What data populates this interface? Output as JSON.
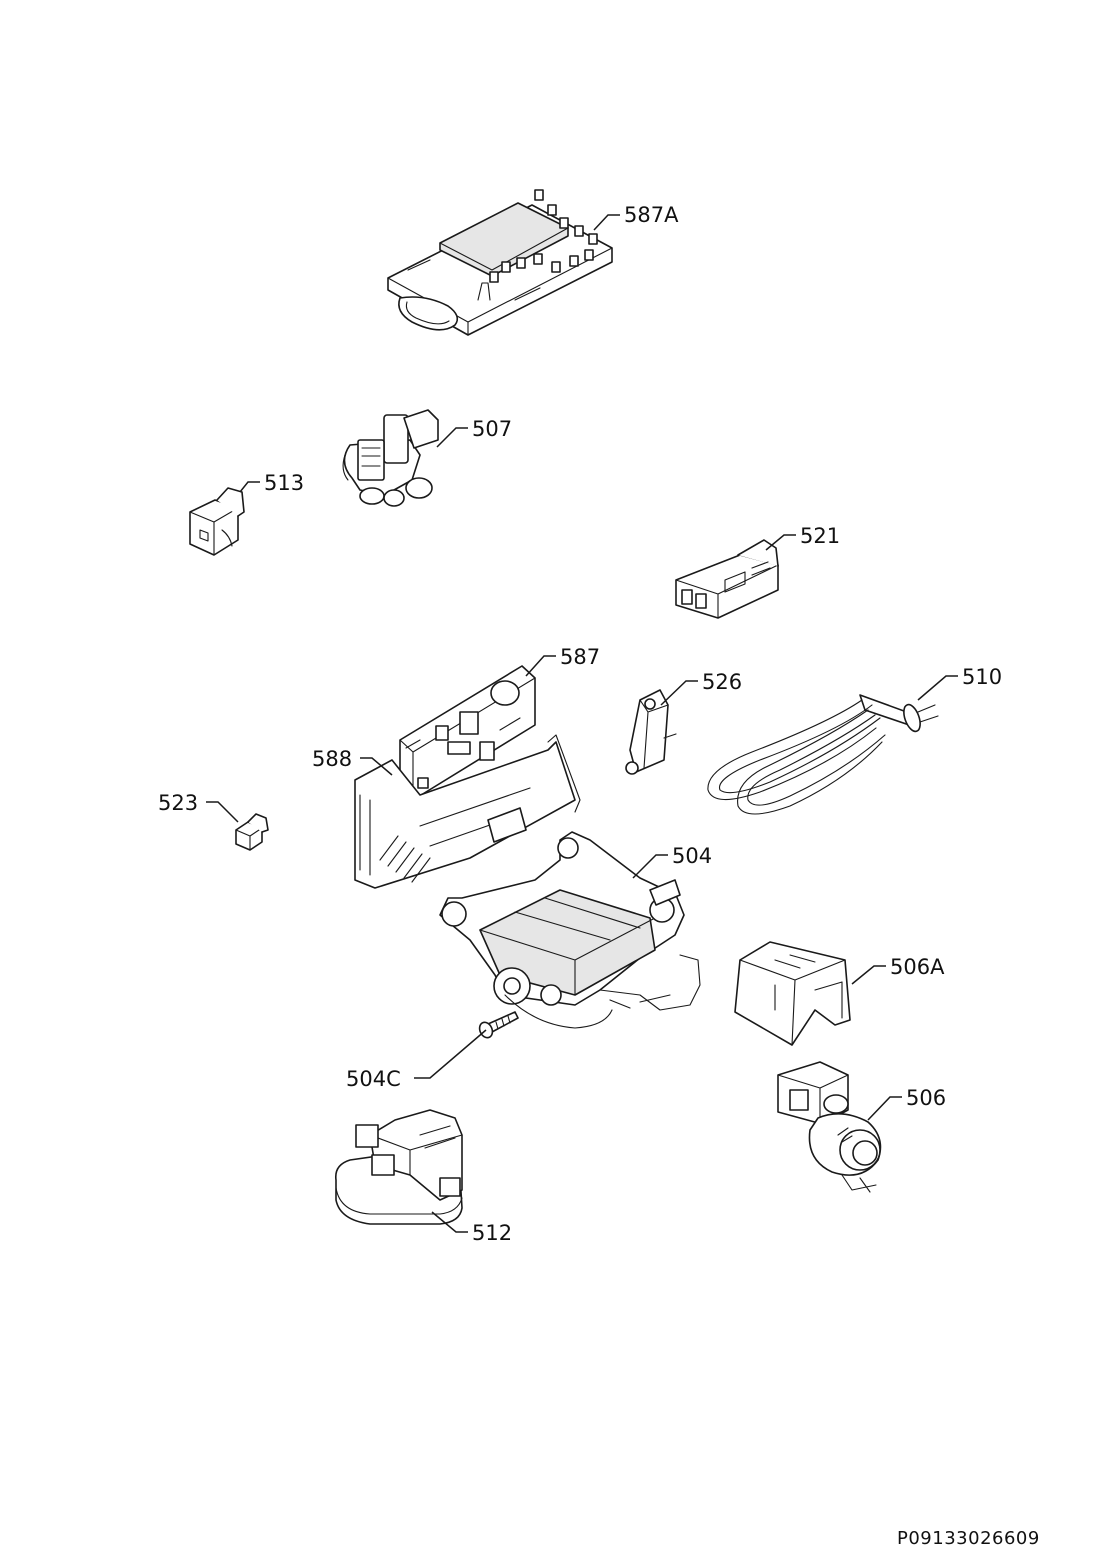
{
  "diagram": {
    "document_number": "P09133026609",
    "callouts": [
      {
        "id": "587A",
        "text": "587A"
      },
      {
        "id": "507",
        "text": "507"
      },
      {
        "id": "513",
        "text": "513"
      },
      {
        "id": "521",
        "text": "521"
      },
      {
        "id": "587",
        "text": "587"
      },
      {
        "id": "526",
        "text": "526"
      },
      {
        "id": "510",
        "text": "510"
      },
      {
        "id": "588",
        "text": "588"
      },
      {
        "id": "523",
        "text": "523"
      },
      {
        "id": "504",
        "text": "504"
      },
      {
        "id": "506A",
        "text": "506A"
      },
      {
        "id": "504C",
        "text": "504C"
      },
      {
        "id": "506",
        "text": "506"
      },
      {
        "id": "512",
        "text": "512"
      }
    ]
  }
}
